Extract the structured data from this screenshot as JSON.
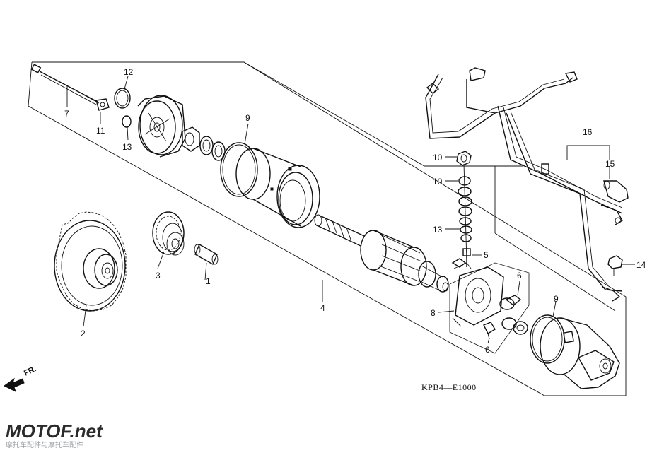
{
  "diagram": {
    "code": "KPB4—E1000",
    "front_marker": "FR.",
    "callouts": [
      {
        "id": "c1",
        "label": "1"
      },
      {
        "id": "c2",
        "label": "2"
      },
      {
        "id": "c3",
        "label": "3"
      },
      {
        "id": "c4",
        "label": "4"
      },
      {
        "id": "c5",
        "label": "5"
      },
      {
        "id": "c6a",
        "label": "6"
      },
      {
        "id": "c6b",
        "label": "6"
      },
      {
        "id": "c7",
        "label": "7"
      },
      {
        "id": "c8",
        "label": "8"
      },
      {
        "id": "c9a",
        "label": "9"
      },
      {
        "id": "c9b",
        "label": "9"
      },
      {
        "id": "c10a",
        "label": "10"
      },
      {
        "id": "c10b",
        "label": "10"
      },
      {
        "id": "c11",
        "label": "11"
      },
      {
        "id": "c12",
        "label": "12"
      },
      {
        "id": "c13a",
        "label": "13"
      },
      {
        "id": "c13b",
        "label": "13"
      },
      {
        "id": "c14",
        "label": "14"
      },
      {
        "id": "c15",
        "label": "15"
      },
      {
        "id": "c16",
        "label": "16"
      }
    ]
  },
  "watermark": {
    "logo_text": "MOTOF.net",
    "tagline": "摩托车配件与摩托车配件"
  },
  "colors": {
    "ink": "#111111",
    "logo_main": "#2b2b2b",
    "logo_accent": "#d21f26",
    "tagline": "#9aa0a6"
  }
}
